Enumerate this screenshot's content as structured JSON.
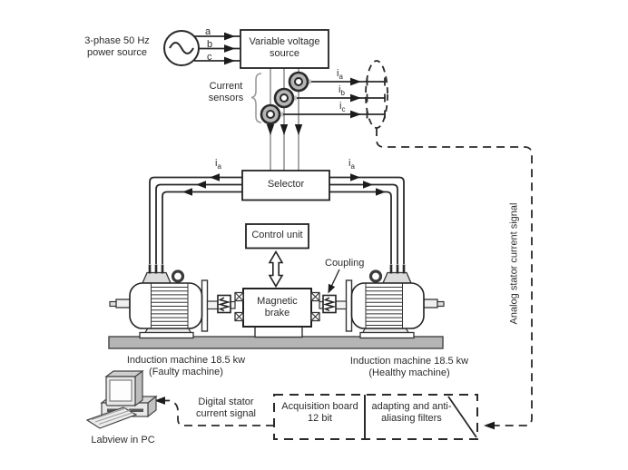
{
  "figure": {
    "power_source": {
      "line1": "3-phase 50 Hz",
      "line2": "power source"
    },
    "phase_labels": {
      "a": "a",
      "b": "b",
      "c": "c"
    },
    "variable_voltage_source": {
      "line1": "Variable voltage",
      "line2": "source"
    },
    "current_sensors_label": {
      "line1": "Current",
      "line2": "sensors"
    },
    "currents": {
      "ia": {
        "base": "i",
        "sub": "a"
      },
      "ib": {
        "base": "i",
        "sub": "b"
      },
      "ic": {
        "base": "i",
        "sub": "c"
      }
    },
    "selector_label": "Selector",
    "selector_current_left": {
      "base": "i",
      "sub": "a"
    },
    "selector_current_right": {
      "base": "i",
      "sub": "a"
    },
    "control_unit_label": "Control unit",
    "magnetic_brake": {
      "line1": "Magnetic",
      "line2": "brake"
    },
    "coupling_label": "Coupling",
    "machine_faulty": {
      "line1": "Induction machine 18.5 kw",
      "line2": "(Faulty machine)"
    },
    "machine_healthy": {
      "line1": "Induction machine 18.5 kw",
      "line2": "(Healthy machine)"
    },
    "analog_signal_label": "Analog stator current signal",
    "digital_signal_label": {
      "line1": "Digital stator",
      "line2": "current signal"
    },
    "acquisition_board": {
      "line1": "Acquisition board",
      "line2": "12 bit"
    },
    "filters": {
      "line1": "adapting and anti-",
      "line2": "aliasing filters"
    },
    "pc_label": "Labview in PC"
  },
  "colors": {
    "line": "#2a2a2a",
    "gray_line": "#8c8c8c",
    "gray_fill": "#b5b5b5",
    "background": "#ffffff"
  }
}
